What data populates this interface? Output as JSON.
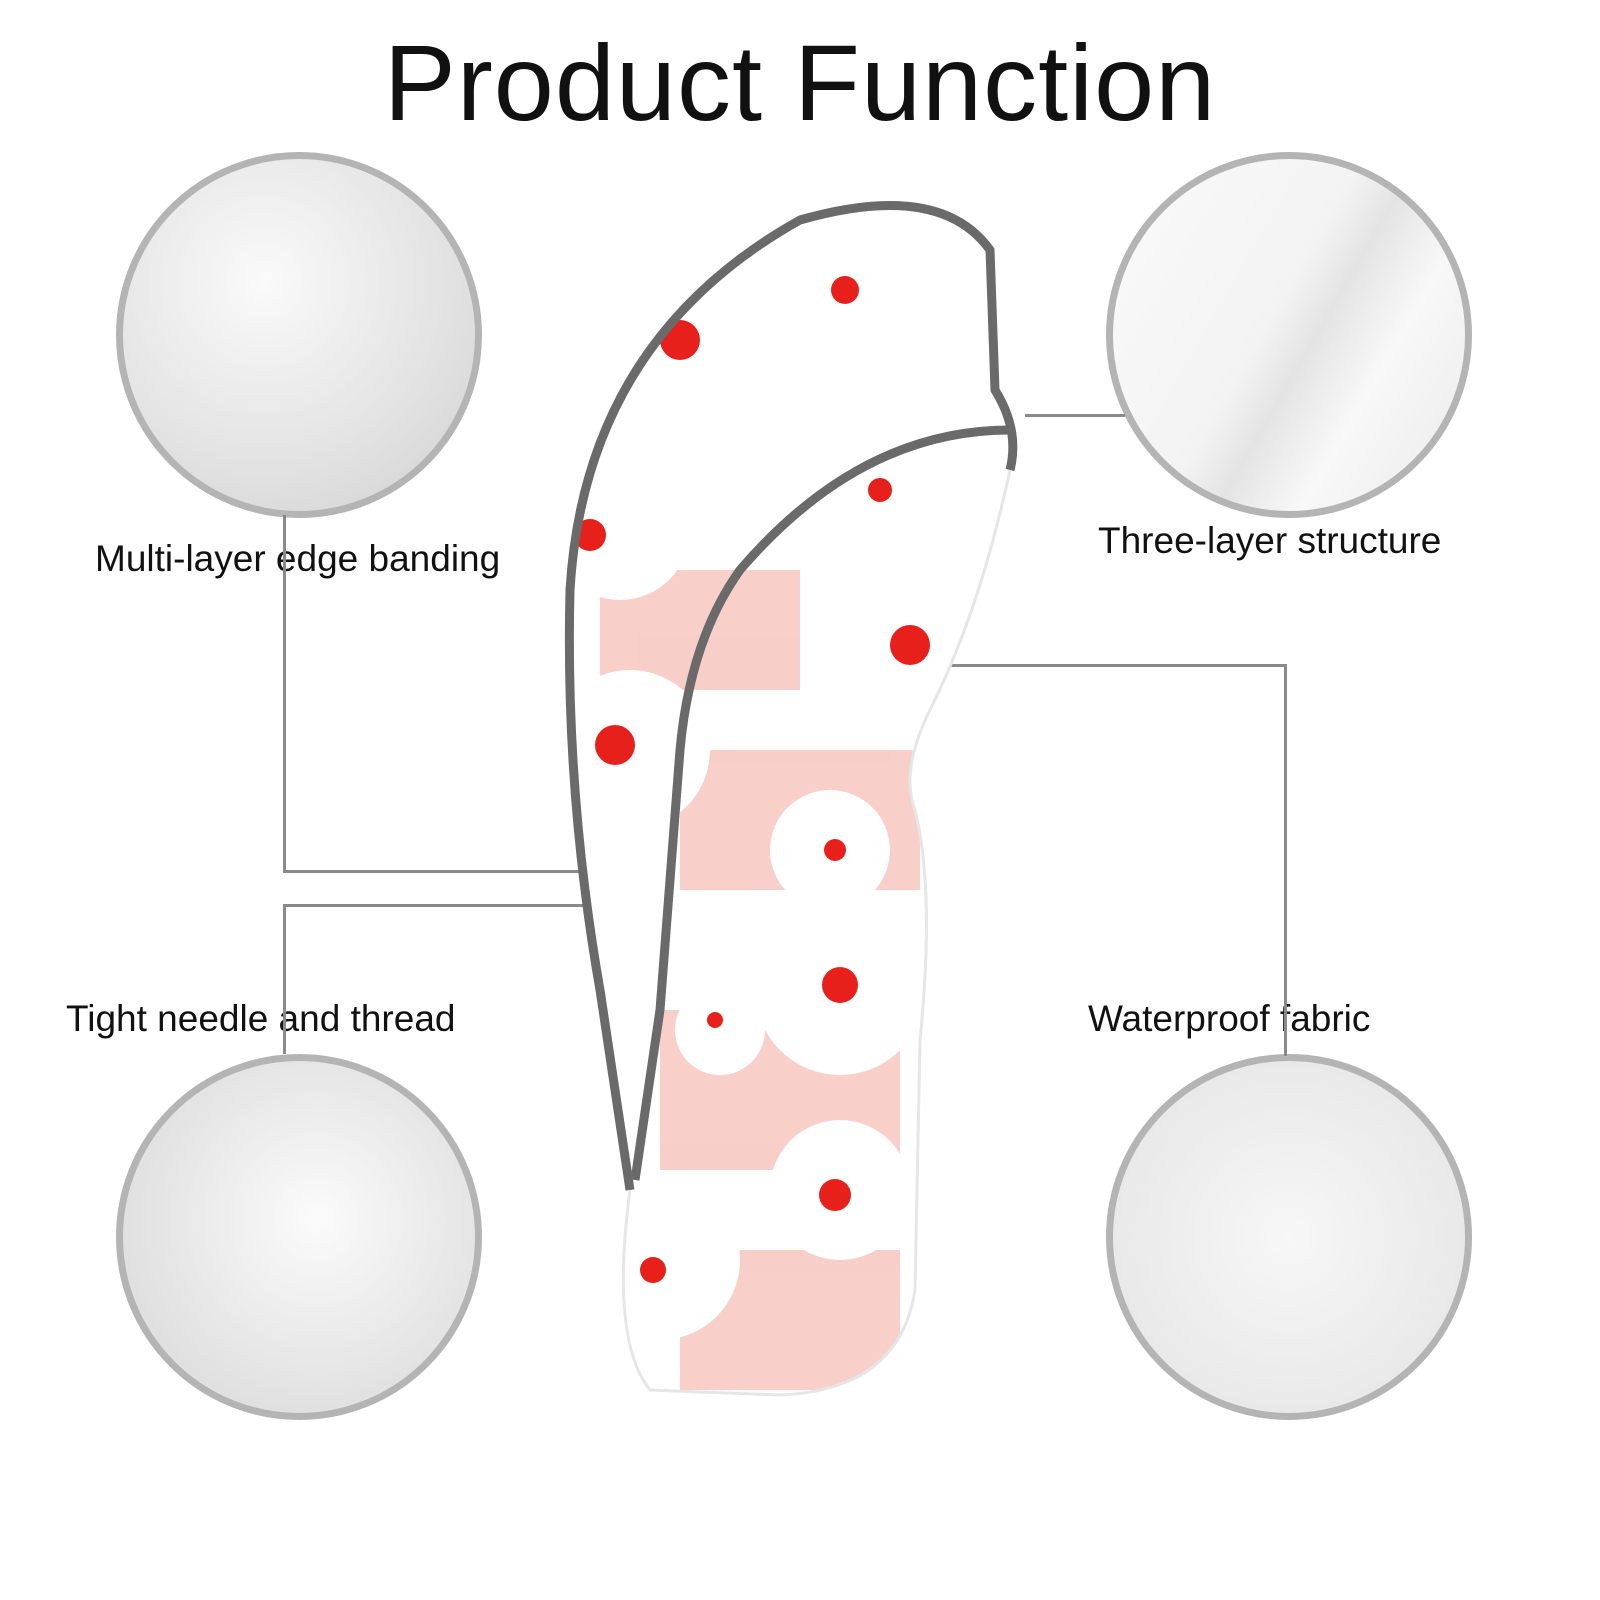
{
  "title": "Product Function",
  "features": {
    "edge_banding": "Multi-layer edge banding",
    "three_layer": "Three-layer structure",
    "needle_thread": "Tight needle and thread",
    "waterproof": "Waterproof fabric"
  },
  "colors": {
    "accent": "#e8201c",
    "trim": "#6a6a6a",
    "ring": "#b4b4b4"
  }
}
